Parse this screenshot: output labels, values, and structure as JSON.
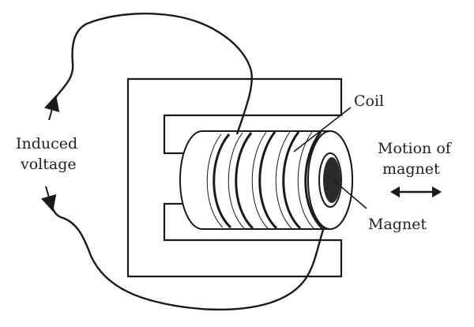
{
  "labels": {
    "coil": "Coil",
    "magnet": "Magnet",
    "induced_voltage_line1": "Induced",
    "induced_voltage_line2": "voltage",
    "motion_line1": "Motion of",
    "motion_line2": "magnet"
  },
  "colors": {
    "ink": "#1a1a1a",
    "magnet_fill": "#2b2b2b",
    "background": "#ffffff"
  },
  "icons": {
    "motion_arrow": "double-headed-horizontal-arrow",
    "voltage_arrows": "up-down-arrows"
  }
}
